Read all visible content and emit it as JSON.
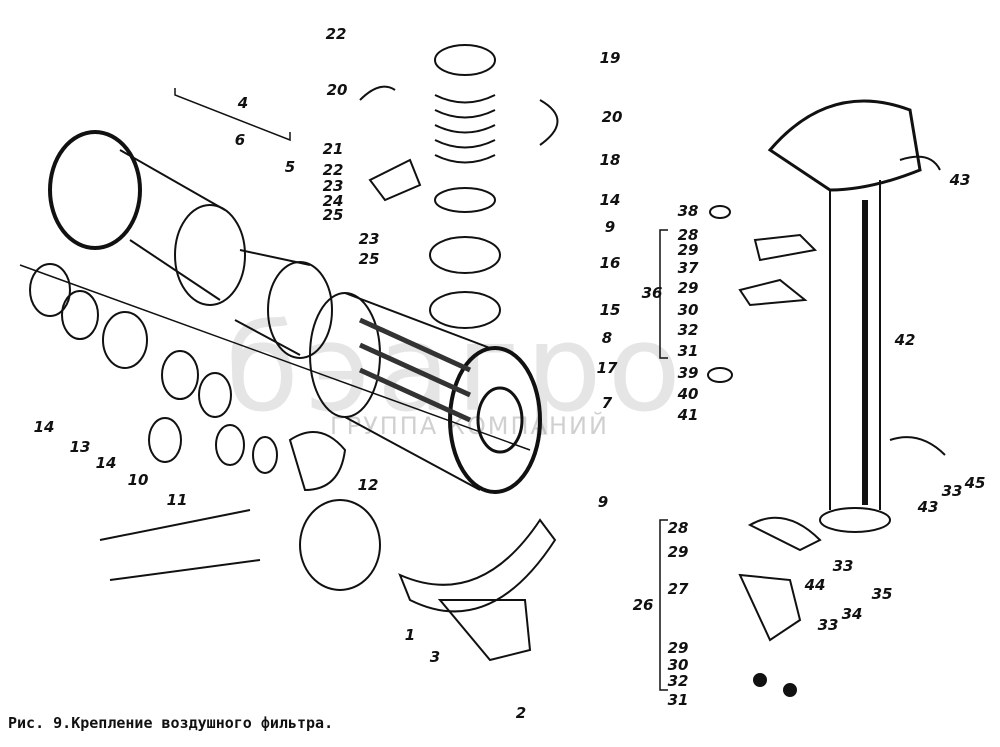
{
  "caption": "Рис. 9.Крепление воздушного фильтра.",
  "watermark": {
    "logo": "бэагро",
    "subtitle": "ГРУППА КОМПАНИЙ"
  },
  "callouts": [
    "22",
    "19",
    "20",
    "20",
    "4",
    "6",
    "21",
    "22",
    "23",
    "24",
    "25",
    "23",
    "25",
    "18",
    "14",
    "9",
    "16",
    "15",
    "5",
    "8",
    "17",
    "7",
    "38",
    "28",
    "29",
    "37",
    "36",
    "29",
    "30",
    "32",
    "31",
    "39",
    "40",
    "41",
    "42",
    "43",
    "43",
    "33",
    "45",
    "14",
    "13",
    "14",
    "10",
    "11",
    "12",
    "9",
    "1",
    "3",
    "2",
    "28",
    "29",
    "27",
    "26",
    "29",
    "30",
    "32",
    "31",
    "33",
    "44",
    "35",
    "34",
    "33"
  ]
}
